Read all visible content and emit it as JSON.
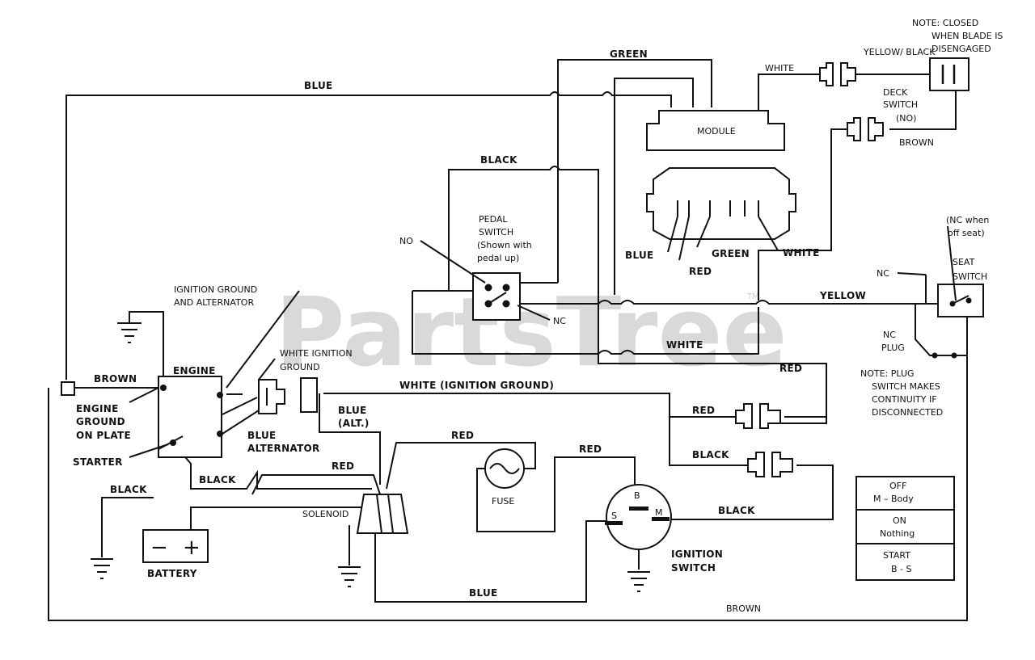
{
  "watermark": "PartsTree",
  "watermark_tm": "TM",
  "wires": {
    "blue_top": "BLUE",
    "green_top": "GREEN",
    "black_top": "BLACK",
    "white_deck": "WHITE",
    "yellow_black": "YELLOW/ BLACK",
    "brown_deck": "BROWN",
    "yellow_seat": "YELLOW",
    "white_mid": "WHITE",
    "red_right": "RED",
    "white_ign_ground": "WHITE (IGNITION GROUND)",
    "blue_alt_1": "BLUE",
    "blue_alt_2": "(ALT.)",
    "red_conn": "RED",
    "black_conn": "BLACK",
    "red_fuse": "RED",
    "red_switch": "RED",
    "red_solenoid": "RED",
    "black_m": "BLACK",
    "brown_left": "BROWN",
    "black_engine": "BLACK",
    "black_battery": "BLACK",
    "blue_bottom": "BLUE",
    "brown_bottom": "BROWN"
  },
  "components": {
    "module": "MODULE",
    "pedal_switch": [
      "PEDAL",
      "SWITCH",
      "(Shown with",
      "pedal up)"
    ],
    "pedal_no": "NO",
    "pedal_nc": "NC",
    "deck_switch": [
      "DECK",
      "SWITCH",
      "(NO)"
    ],
    "deck_note": [
      "NOTE:  CLOSED",
      "WHEN BLADE IS",
      "DISENGAGED"
    ],
    "harness_blue": "BLUE",
    "harness_green": "GREEN",
    "harness_red": "RED",
    "harness_white": "WHITE",
    "seat_nc_note": [
      "(NC when",
      "off seat)"
    ],
    "seat_switch": [
      "SEAT",
      "SWITCH"
    ],
    "seat_nc": "NC",
    "nc_plug": [
      "NC",
      "PLUG"
    ],
    "plug_note": [
      "NOTE:  PLUG",
      "SWITCH MAKES",
      "CONTINUITY IF",
      "DISCONNECTED"
    ],
    "ignition_ground_alt": [
      "IGNITION GROUND",
      "AND ALTERNATOR"
    ],
    "white_ign_ground": [
      "WHITE IGNITION",
      "GROUND"
    ],
    "engine": "ENGINE",
    "engine_ground": [
      "ENGINE",
      "GROUND",
      "ON PLATE"
    ],
    "starter": "STARTER",
    "blue_alternator": [
      "BLUE",
      "ALTERNATOR"
    ],
    "solenoid": "SOLENOID",
    "fuse": "FUSE",
    "battery": "BATTERY",
    "battery_minus": "−",
    "battery_plus": "+",
    "ignition_switch": [
      "IGNITION",
      "SWITCH"
    ],
    "term_b": "B",
    "term_s": "S",
    "term_m": "M"
  },
  "switch_table": [
    {
      "state": "OFF",
      "detail": "M – Body"
    },
    {
      "state": "ON",
      "detail": "Nothing"
    },
    {
      "state": "START",
      "detail": "B - S"
    }
  ]
}
